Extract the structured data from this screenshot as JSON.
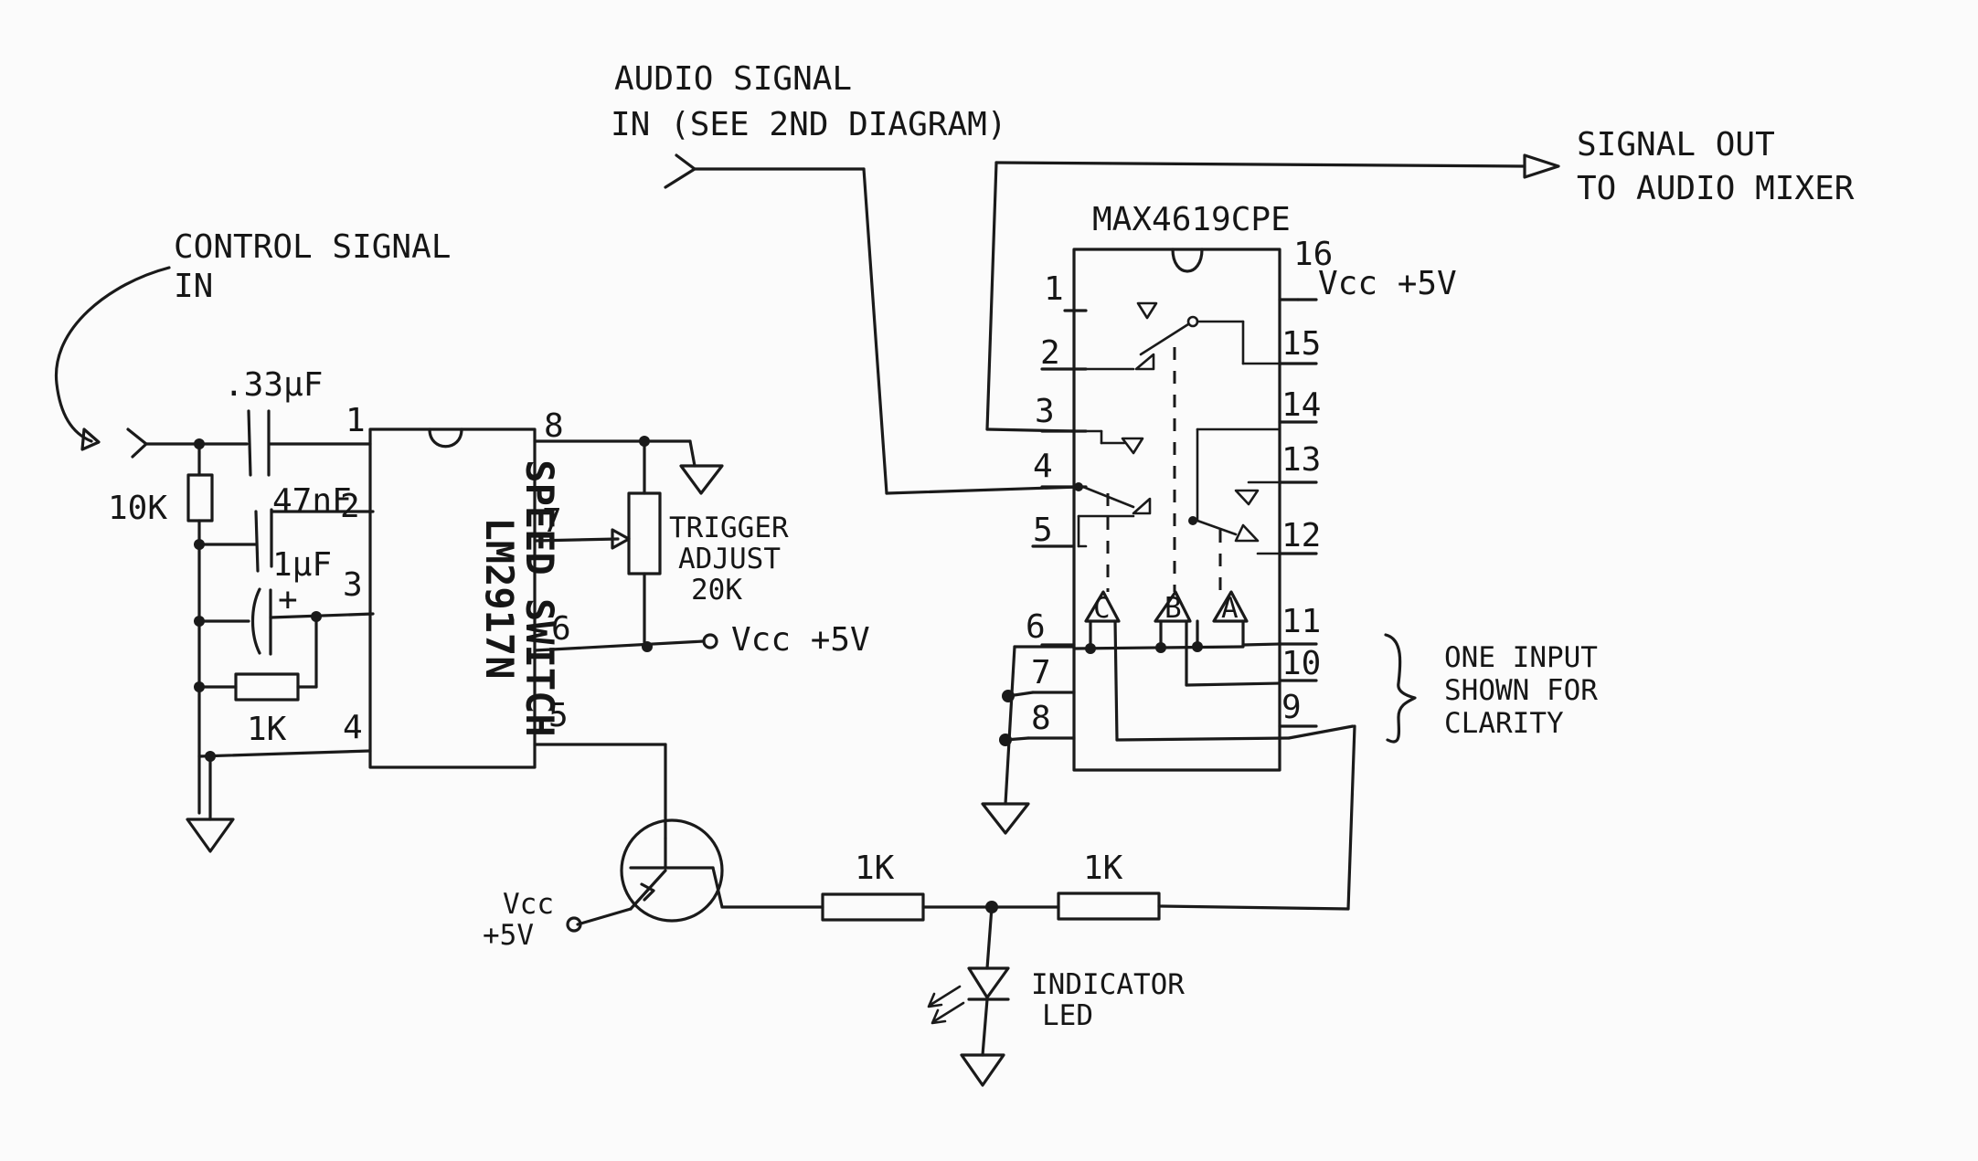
{
  "labels": {
    "audio_in_1": "AUDIO SIGNAL",
    "audio_in_2": "IN (SEE 2ND DIAGRAM)",
    "signal_out_1": "SIGNAL OUT",
    "signal_out_2": "TO AUDIO MIXER",
    "control_in_1": "CONTROL SIGNAL",
    "control_in_2": "IN",
    "trigger_1": "TRIGGER",
    "trigger_2": "ADJUST",
    "trigger_3": "20K",
    "vcc_pot": "Vcc +5V",
    "vcc_16": "Vcc +5V",
    "vcc_tr_1": "Vcc",
    "vcc_tr_2": "+5V",
    "one_input_1": "ONE INPUT",
    "one_input_2": "SHOWN FOR",
    "one_input_3": "CLARITY",
    "indicator_1": "INDICATOR",
    "indicator_2": "LED",
    "ic1_line1": "LM2917N",
    "ic1_line2": "SPEED SWITCH",
    "ic2": "MAX4619CPE"
  },
  "components": {
    "c1": ".33μF",
    "c2": "47nF",
    "c3": "1μF",
    "r_10k": "10K",
    "r_1k_a": "1K",
    "r_1k_b": "1K",
    "r_1k_c": "1K",
    "polarity": "+"
  },
  "ic1_pins": [
    "1",
    "2",
    "3",
    "4",
    "5",
    "6",
    "7",
    "8"
  ],
  "ic2_pins": [
    "1",
    "2",
    "3",
    "4",
    "5",
    "6",
    "7",
    "8",
    "9",
    "10",
    "11",
    "12",
    "13",
    "14",
    "15",
    "16"
  ],
  "switch_channels": [
    "C",
    "B",
    "A"
  ]
}
